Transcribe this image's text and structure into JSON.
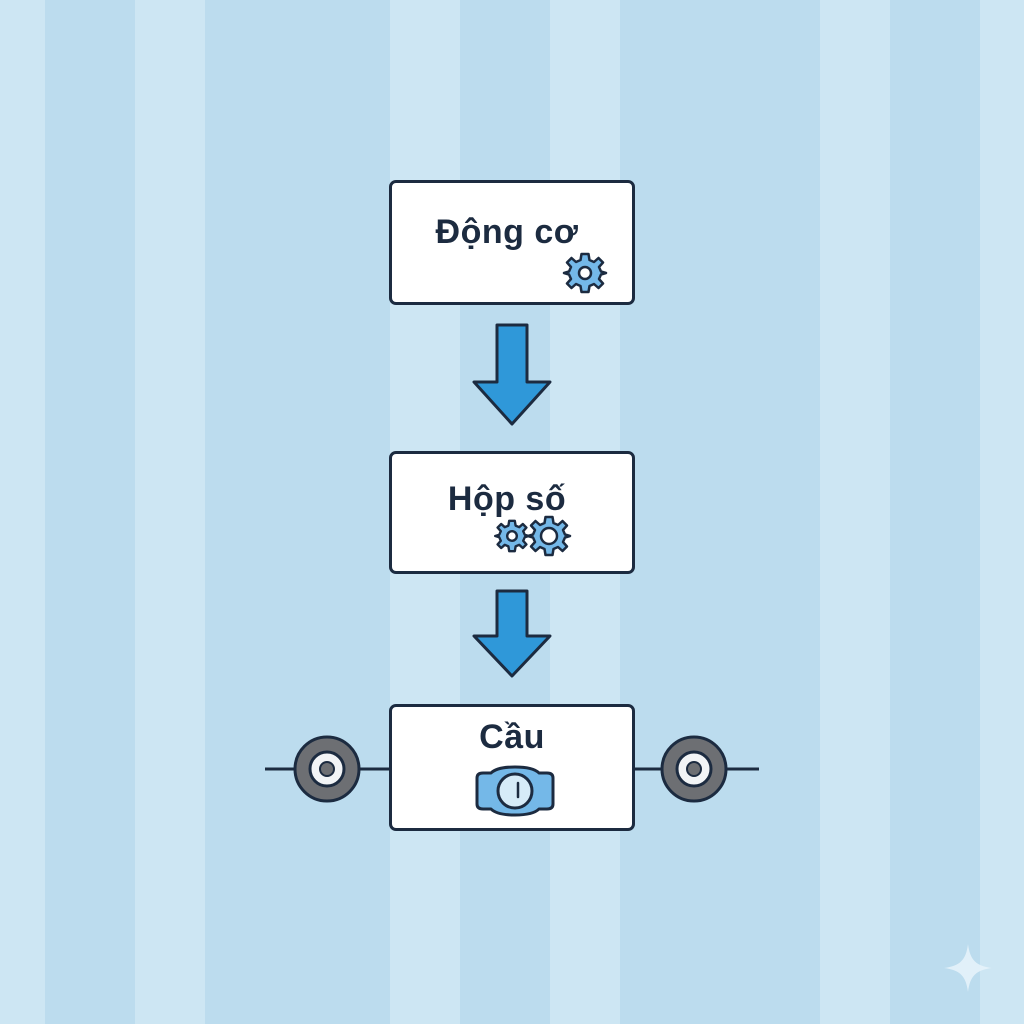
{
  "diagram": {
    "nodes": [
      {
        "id": "engine",
        "label": "Động cơ",
        "icon": "gear-icon"
      },
      {
        "id": "gearbox",
        "label": "Hộp số",
        "icon": "double-gear-icon"
      },
      {
        "id": "axle",
        "label": "Cầu",
        "icon": "differential-icon"
      }
    ],
    "edges": [
      {
        "from": "engine",
        "to": "gearbox"
      },
      {
        "from": "gearbox",
        "to": "axle"
      }
    ],
    "wheels": [
      "left-wheel-icon",
      "right-wheel-icon"
    ]
  },
  "colors": {
    "background_light": "#cde6f3",
    "background_dark": "#b4d8ec",
    "outline": "#1c2b40",
    "arrow": "#2f98d9",
    "icon_fill": "#74b8e8",
    "wheel": "#6d6f73"
  }
}
